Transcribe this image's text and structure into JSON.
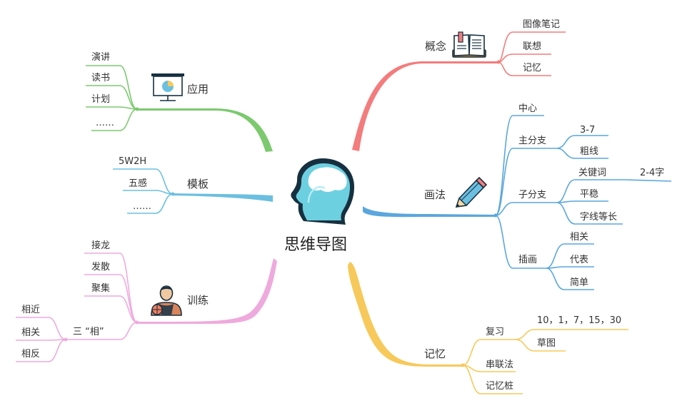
{
  "center": {
    "label": "思维导图",
    "icon": "head-brain-icon"
  },
  "branches": {
    "concept": {
      "label": "概念",
      "color": "#f47c7c",
      "icon": "open-book-icon",
      "children": [
        "图像笔记",
        "联想",
        "记忆"
      ]
    },
    "drawing": {
      "label": "画法",
      "color": "#5aa7dd",
      "icon": "pencil-icon",
      "children": {
        "center_node": "中心",
        "main_branch": {
          "label": "主分支",
          "items": [
            "3-7",
            "粗线"
          ]
        },
        "sub_branch": {
          "label": "子分支",
          "items": [
            "关键词",
            "平稳",
            "字线等长"
          ],
          "keyword_note": "2-4字"
        },
        "illustration": {
          "label": "插画",
          "items": [
            "相关",
            "代表",
            "简单"
          ]
        }
      }
    },
    "memory": {
      "label": "记忆",
      "color": "#f7c95a",
      "children": {
        "review": {
          "label": "复习",
          "items": [
            "10，1，7，15，30",
            "草图"
          ]
        },
        "chain": "串联法",
        "peg": "记忆桩"
      }
    },
    "application": {
      "label": "应用",
      "color": "#7cc96e",
      "icon": "presentation-board-icon",
      "children": [
        "演讲",
        "读书",
        "计划",
        "……"
      ]
    },
    "template": {
      "label": "模板",
      "color": "#6bbfe0",
      "children": [
        "5W2H",
        "五感",
        "……"
      ]
    },
    "training": {
      "label": "训练",
      "color": "#eeaadd",
      "icon": "athlete-icon",
      "children": {
        "items": [
          "接龙",
          "发散",
          "聚集"
        ],
        "three": {
          "label": "三 “相”",
          "items": [
            "相近",
            "相关",
            "相反"
          ]
        }
      }
    }
  }
}
